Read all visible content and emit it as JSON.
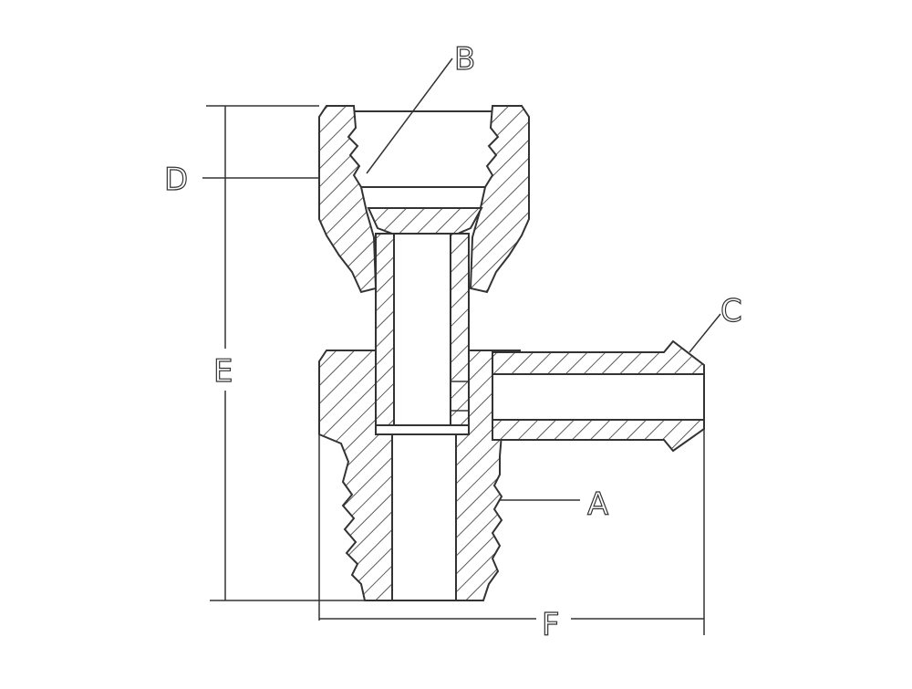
{
  "diagram": {
    "labels": {
      "a": "A",
      "b": "B",
      "c": "C",
      "d": "D",
      "e": "E",
      "f": "F"
    },
    "colors": {
      "line": "#333333",
      "background": "#ffffff"
    }
  }
}
